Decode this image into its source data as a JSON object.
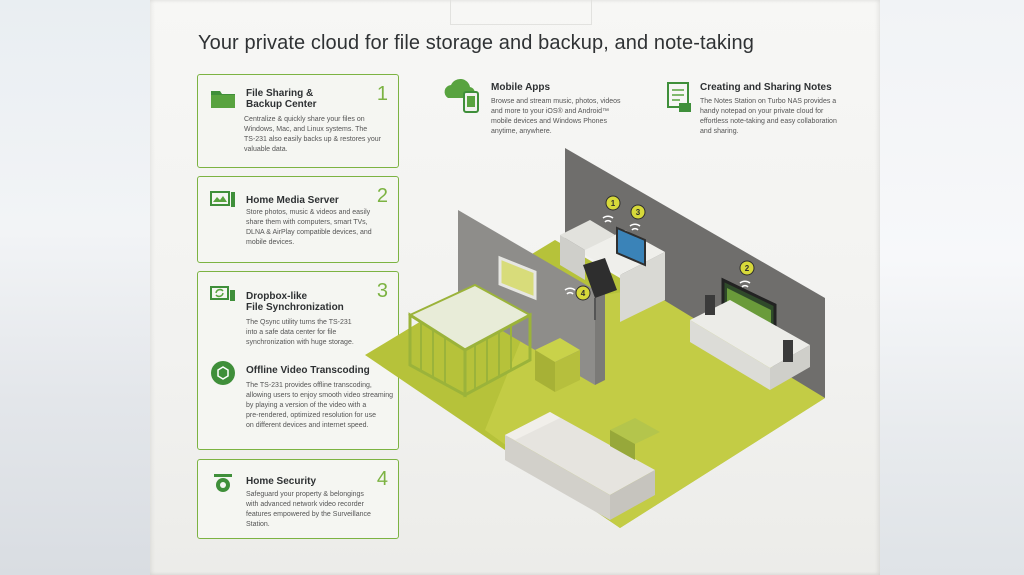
{
  "title": "Your private cloud for file storage and backup, and note-taking",
  "cards": [
    {
      "title_l1": "File Sharing &",
      "title_l2": "Backup Center",
      "number": "1",
      "desc": [
        "Centralize & quickly share your files on",
        "Windows, Mac, and Linux systems. The",
        "TS-231 also easily backs up & restores your",
        "valuable data."
      ]
    },
    {
      "title_l1": "Home Media Server",
      "number": "2",
      "desc": [
        "Store photos, music & videos and easily",
        "share them with computers, smart TVs,",
        "DLNA & AirPlay compatible devices, and",
        "mobile devices."
      ]
    },
    {
      "title_l1": "Dropbox-like",
      "title_l2": "File Synchronization",
      "number": "3",
      "desc": [
        "The Qsync utility turns the TS-231",
        "into a safe data center for file",
        "synchronization with huge storage."
      ],
      "sub_title": "Offline Video Transcoding",
      "sub_desc": [
        "The TS-231 provides offline transcoding,",
        "allowing users to enjoy smooth video streaming",
        "by playing a version of the video with a",
        "pre-rendered, optimized resolution for use",
        "on different devices and internet speed."
      ]
    },
    {
      "title_l1": "Home Security",
      "number": "4",
      "desc": [
        "Safeguard your property & belongings",
        "with advanced network video recorder",
        "features empowered by the Surveillance",
        "Station."
      ]
    }
  ],
  "mobile": {
    "title": "Mobile Apps",
    "desc": [
      "Browse and stream music, photos, videos",
      "and more to your iOS® and Android™",
      "mobile devices and Windows Phones",
      "anytime, anywhere."
    ]
  },
  "notes": {
    "title": "Creating and Sharing Notes",
    "desc": [
      "The Notes Station on Turbo NAS provides a",
      "handy notepad on your private cloud for",
      "effortless note-taking and easy collaboration",
      "and sharing."
    ]
  },
  "scene_markers": [
    "1",
    "2",
    "3",
    "4"
  ],
  "colors": {
    "accent": "#7cb342",
    "floor": "#b6c23a",
    "wall_dark": "#6f6e6c"
  }
}
